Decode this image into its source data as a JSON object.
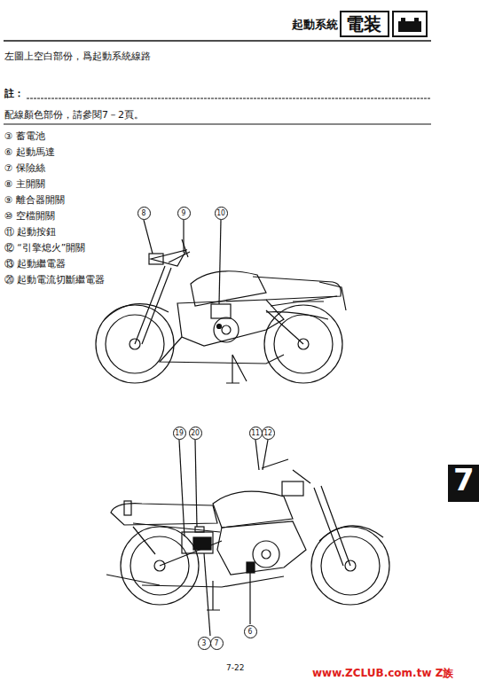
{
  "diagram": {
    "nodes": [
      {
        "text": [
          "8"
        ]
      },
      {
        "text": [
          "9"
        ]
      },
      {
        "text": [
          "10"
        ]
      },
      {
        "text": [
          "19"
        ]
      },
      {
        "text": [
          "20"
        ]
      },
      {
        "text": [
          "11"
        ]
      },
      {
        "text": [
          "12"
        ]
      },
      {
        "text": [
          "3"
        ]
      },
      {
        "text": [
          "7"
        ]
      },
      {
        "text": [
          "6"
        ]
      }
    ],
    "labels": [
      "起動系統",
      "電装",
      "左圖上空白部份，爲起動系統線路",
      "註：",
      "配線顏色部份，請參閱7－2頁。",
      "③ 蓄電池",
      "⑥ 起動馬達",
      "⑦ 保險絲",
      "⑧ 主開關",
      "⑨ 離合器開關",
      "⑩ 空檔開關",
      "⑪ 起動按鈕",
      "⑫ “引擎熄火”開關",
      "⑬ 起動繼電器",
      "⑳ 起動電流切斷繼電器",
      "7",
      "7-22",
      "www.ZCLUB.com.tw Z族"
    ]
  }
}
